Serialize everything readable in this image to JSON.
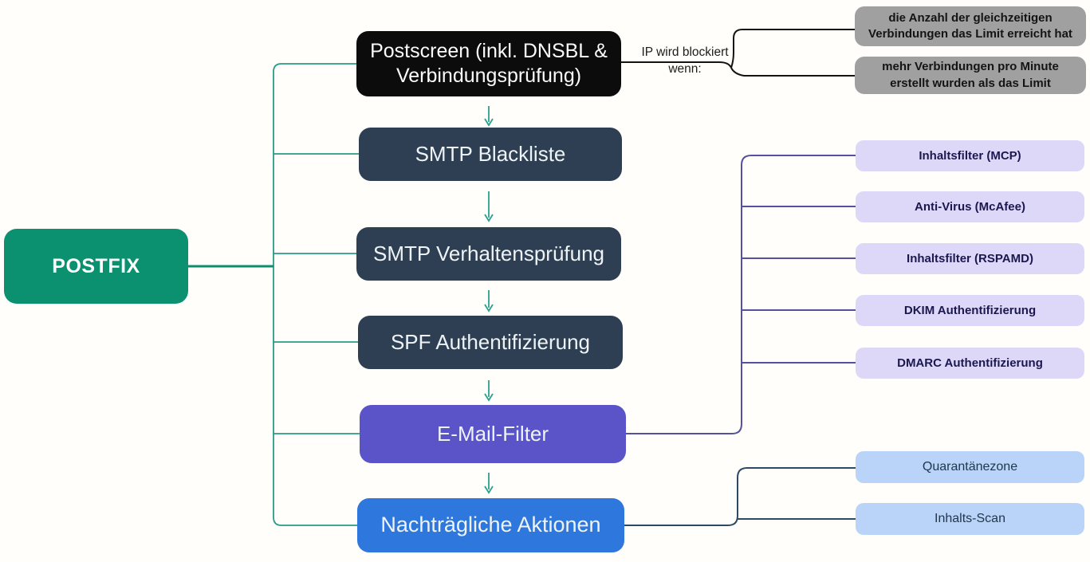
{
  "diagram": {
    "root": {
      "label": "POSTFIX"
    },
    "flow": [
      {
        "id": "postscreen",
        "label": "Postscreen (inkl. DNSBL & Verbindungsprüfung)"
      },
      {
        "id": "smtp-blackliste",
        "label": "SMTP Blackliste"
      },
      {
        "id": "smtp-verhaltenspruefung",
        "label": "SMTP Verhaltensprüfung"
      },
      {
        "id": "spf-authentifizierung",
        "label": "SPF Authentifizierung"
      },
      {
        "id": "email-filter",
        "label": "E-Mail-Filter"
      },
      {
        "id": "nachtraegliche-aktionen",
        "label": "Nachträgliche Aktionen"
      }
    ],
    "postscreen_branch": {
      "edge_label": "IP wird blockiert wenn:",
      "conditions": [
        {
          "label": "die Anzahl der gleichzeitigen Verbindungen das Limit erreicht hat"
        },
        {
          "label": "mehr Verbindungen pro Minute erstellt wurden als das Limit"
        }
      ]
    },
    "email_filter_branch": {
      "filters": [
        {
          "label": "Inhaltsfilter (MCP)"
        },
        {
          "label": "Anti-Virus (McAfee)"
        },
        {
          "label": "Inhaltsfilter (RSPAMD)"
        },
        {
          "label": "DKIM Authentifizierung"
        },
        {
          "label": "DMARC Authentifizierung"
        }
      ]
    },
    "actions_branch": {
      "actions": [
        {
          "label": "Quarantänezone"
        },
        {
          "label": "Inhalts-Scan"
        }
      ]
    },
    "colors": {
      "root_green": "#0b9170",
      "node_navy": "#2e3f54",
      "node_black": "#0c0c0c",
      "node_purple": "#5b54c8",
      "node_blue": "#2e77dd",
      "condition_gray": "#a0a0a0",
      "filter_lavender": "#ddd8f8",
      "action_lightblue": "#b9d4f8",
      "edge_teal": "#2a9b85",
      "edge_teal_dark": "#0e8d6d",
      "edge_purple": "#55519e",
      "edge_slate": "#2e4a63",
      "edge_black": "#141414"
    }
  }
}
